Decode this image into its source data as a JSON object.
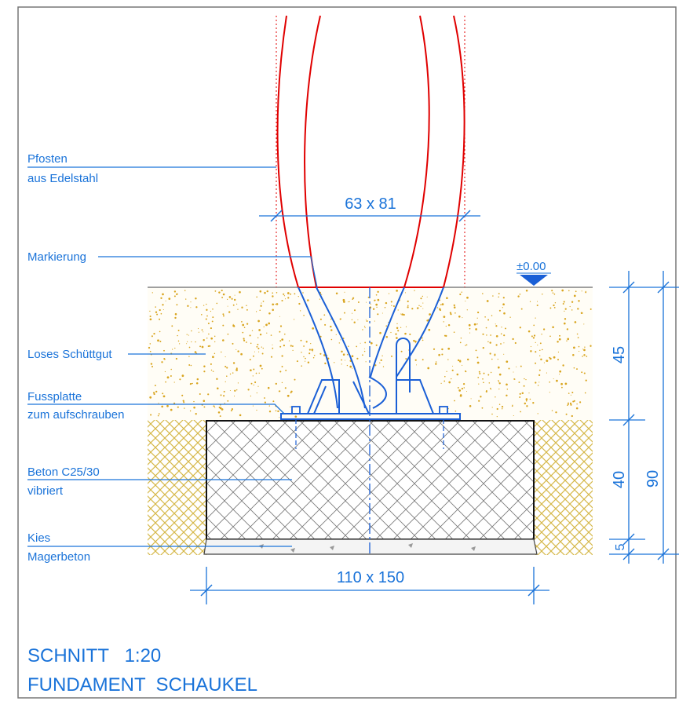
{
  "labels": {
    "pfosten_line1": "Pfosten",
    "pfosten_line2": "aus Edelstahl",
    "markierung": "Markierung",
    "schuettgut": "Loses Schüttgut",
    "fussplatte_line1": "Fussplatte",
    "fussplatte_line2": "zum aufschrauben",
    "beton_line1": "Beton C25/30",
    "beton_line2": "vibriert",
    "kies": "Kies",
    "magerbeton": "Magerbeton"
  },
  "dimensions": {
    "post_section": "63 x 81",
    "ground_level": "±0.00",
    "foundation_size": "110 x 150",
    "depth_fill": "45",
    "depth_concrete": "40",
    "depth_lean": "5",
    "depth_total": "90"
  },
  "title": {
    "line1": "SCHNITT   1:20",
    "line2": "FUNDAMENT  SCHAUKEL"
  },
  "colors": {
    "annotation": "#1a73d9",
    "post_outline": "#e00000",
    "steel": "#1a5fd6",
    "fill_dots": "#d9a520",
    "soil_hatch": "#d6b84a"
  }
}
